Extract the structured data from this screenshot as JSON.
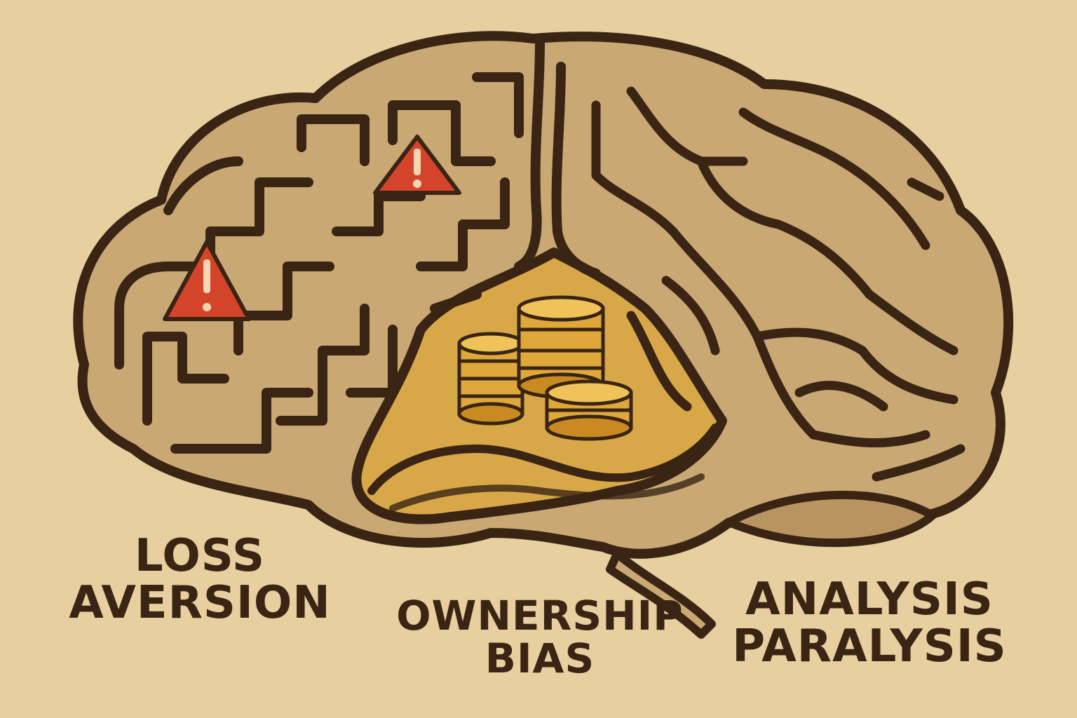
{
  "labels": {
    "loss_aversion": [
      "LOSS",
      "AVERSION"
    ],
    "ownership_bias": [
      "OWNERSHIP",
      "BIAS"
    ],
    "analysis_paralysis": [
      "ANALYSIS",
      "PARALYSIS"
    ]
  },
  "icons": {
    "warning": "warning-triangle-icon",
    "coins": "coin-stack-icon",
    "warning_glyph": "!"
  },
  "colors": {
    "background": "#e8cf9f",
    "ink": "#3a2414",
    "brain_fill": "#c9a874",
    "gold_fill": "#d8a848",
    "warning": "#d4442a",
    "coin": "#e0a83a"
  }
}
